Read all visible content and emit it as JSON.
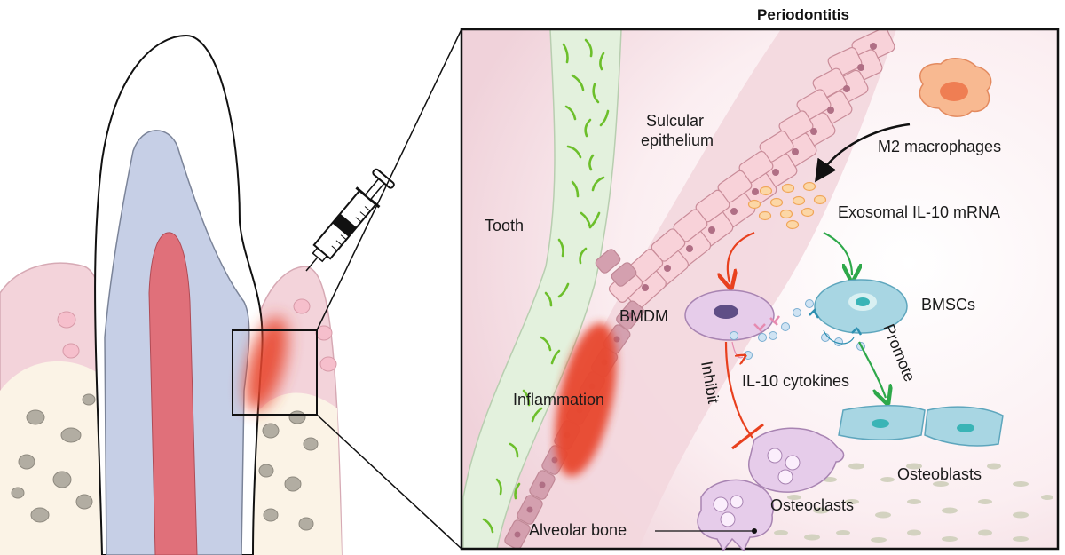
{
  "title": "Periodontitis",
  "labels": {
    "tooth": "Tooth",
    "sulcular_1": "Sulcular",
    "sulcular_2": "epithelium",
    "m2": "M2 macrophages",
    "exosomal": "Exosomal IL-10 mRNA",
    "bmdm": "BMDM",
    "bmscs": "BMSCs",
    "il10": "IL-10 cytokines",
    "inhibit": "Inhibit",
    "promote": "Promote",
    "inflammation": "Inflammation",
    "osteoblasts": "Osteoblasts",
    "osteoclasts": "Osteoclasts",
    "alveolar": "Alveolar bone"
  },
  "colors": {
    "gum_pink": "#f2c9d3",
    "pulp_red": "#e0707a",
    "dentin_blue": "#c6cfe6",
    "inflammation_red": "#e8472e",
    "tooth_green": "#e3f1dd",
    "bacteria_green": "#6cbf2b",
    "macrophage_orange": "#f6a16e",
    "bmdm_purple": "#d9b7df",
    "bmsc_blue": "#8fc8d8",
    "inhibit_red": "#e8401e",
    "promote_green": "#2ea84a"
  }
}
